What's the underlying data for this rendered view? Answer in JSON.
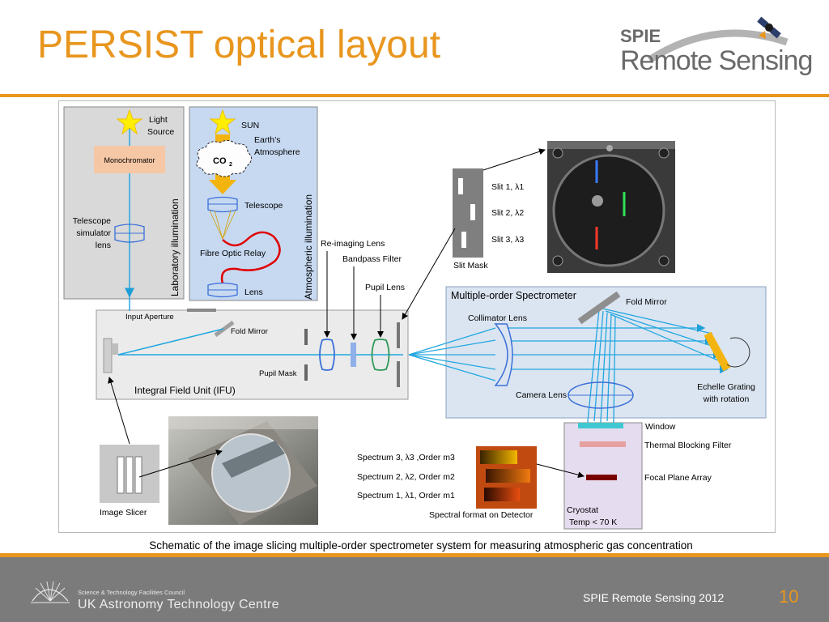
{
  "slide": {
    "title": "PERSIST optical layout",
    "caption": "Schematic of the image slicing multiple-order spectrometer system for measuring atmospheric gas concentration",
    "page_number": "10"
  },
  "logo": {
    "line1": "SPIE",
    "line2": "Remote Sensing"
  },
  "footer": {
    "conference": "SPIE Remote Sensing 2012",
    "org_small": "Science & Technology Facilities Council",
    "org_name": "UK Astronomy Technology Centre"
  },
  "colors": {
    "accent": "#e8961e",
    "beam": "#22a7e0",
    "lab_panel": "#d9d9d9",
    "atm_panel": "#c6d9f1",
    "spectrometer_panel": "#dbe5f1"
  },
  "diagram": {
    "lab": {
      "vertical_label": "Laboratory illumination",
      "light_source_1": "Light",
      "light_source_2": "Source",
      "monochromator": "Monochromator",
      "tel_sim_1": "Telescope",
      "tel_sim_2": "simulator",
      "tel_sim_3": "lens"
    },
    "atm": {
      "vertical_label": "Atmospheric illumination",
      "sun": "SUN",
      "atmosphere_1": "Earth’s",
      "atmosphere_2": "Atmosphere",
      "co2": "CO",
      "co2_sub": "2",
      "telescope": "Telescope",
      "fibre": "Fibre Optic Relay",
      "lens": "Lens"
    },
    "ifu": {
      "title": "Integral Field Unit (IFU)",
      "input_aperture": "Input Aperture",
      "fold_mirror": "Fold Mirror",
      "pupil_mask": "Pupil Mask",
      "reimaging": "Re-imaging Lens",
      "bandpass": "Bandpass Filter",
      "pupil_lens": "Pupil Lens"
    },
    "slit_mask": {
      "label": "Slit Mask",
      "slit1": "Slit 1, λ1",
      "slit2": "Slit 2, λ2",
      "slit3": "Slit 3, λ3"
    },
    "spectrometer": {
      "title": "Multiple-order Spectrometer",
      "collimator": "Collimator Lens",
      "fold_mirror": "Fold Mirror",
      "camera": "Camera Lens",
      "echelle_1": "Echelle Grating",
      "echelle_2": "with rotation"
    },
    "detector": {
      "spec3": "Spectrum 3, λ3 ,Order m3",
      "spec2": "Spectrum 2, λ2, Order m2",
      "spec1": "Spectrum 1, λ1, Order m1",
      "format": "Spectral format on Detector"
    },
    "cryostat": {
      "label_1": "Cryostat",
      "label_2": "Temp < 70 K",
      "window": "Window",
      "thermal": "Thermal Blocking Filter",
      "fpa": "Focal Plane Array"
    },
    "slicer": {
      "label": "Image Slicer"
    }
  }
}
